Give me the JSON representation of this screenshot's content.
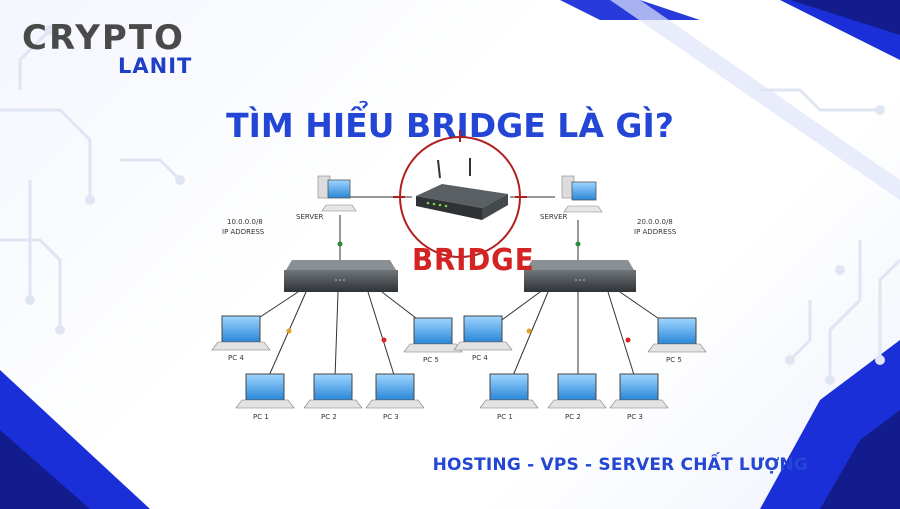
{
  "brand": {
    "name": "CRYPTO",
    "sub": "LANIT"
  },
  "title": "TÌM HIỂU BRIDGE LÀ GÌ?",
  "diagram": {
    "bridge": "BRIDGE",
    "left": {
      "server": "SERVER",
      "network": "10.0.0.0/8",
      "ip_label": "IP ADDRESS",
      "pcs": [
        "PC 4",
        "PC 1",
        "PC 2",
        "PC 3",
        "PC 5"
      ]
    },
    "right": {
      "server": "SERVER",
      "network": "20.0.0.0/8",
      "ip_label": "IP ADDRESS",
      "pcs": [
        "PC 4",
        "PC 1",
        "PC 2",
        "PC 3",
        "PC 5"
      ]
    }
  },
  "tagline": "HOSTING - VPS - SERVER CHẤT LƯỢNG",
  "colors": {
    "brand_blue": "#2346d4",
    "accent_red": "#d42323",
    "logo_gray": "#4a4a4a"
  }
}
